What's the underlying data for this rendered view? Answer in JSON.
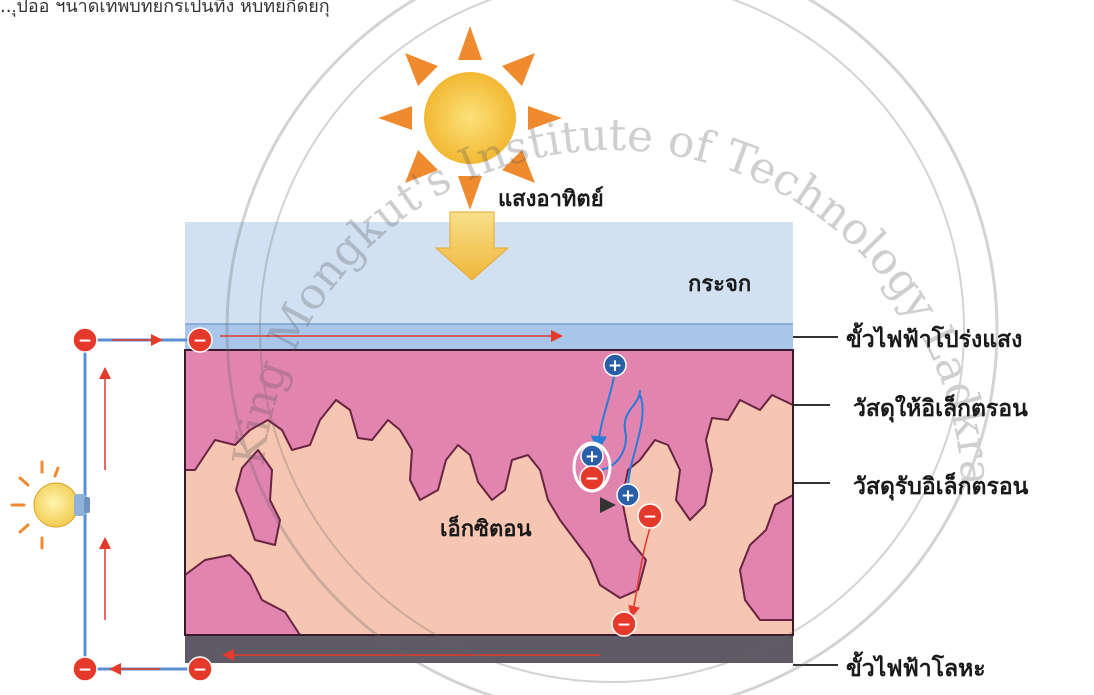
{
  "top_caption": "...ุปออ ฯนาดเทพบทยกรเปนที่ง หบทยกิดยกุ",
  "labels": {
    "sunlight": "แสงอาทิตย์",
    "glass": "กระจก",
    "transparent_electrode": "ขั้วไฟฟ้าโปร่งแสง",
    "electron_donor": "วัสดุให้อิเล็กตรอน",
    "electron_acceptor": "วัสดุรับอิเล็กตรอน",
    "exciton": "เอ็กซิตอน",
    "metal_electrode": "ขั้วไฟฟ้าโลหะ"
  },
  "symbols": {
    "positive": "+",
    "negative": "−"
  },
  "watermark": {
    "text": "King Mongkut's Institute of Technology Ladkrabang"
  },
  "colors": {
    "glass": "#c9dcef",
    "transparent_electrode": "#a9c6ea",
    "donor": "#e184b0",
    "acceptor": "#f6c6b2",
    "metal": "#5e5a66",
    "wire": "#5b8fd0",
    "electron": "#e5392c",
    "hole": "#2a5fa8",
    "sun": "#f6c33b",
    "ray": "#f08a2e",
    "arrow": "#f2b93e"
  }
}
